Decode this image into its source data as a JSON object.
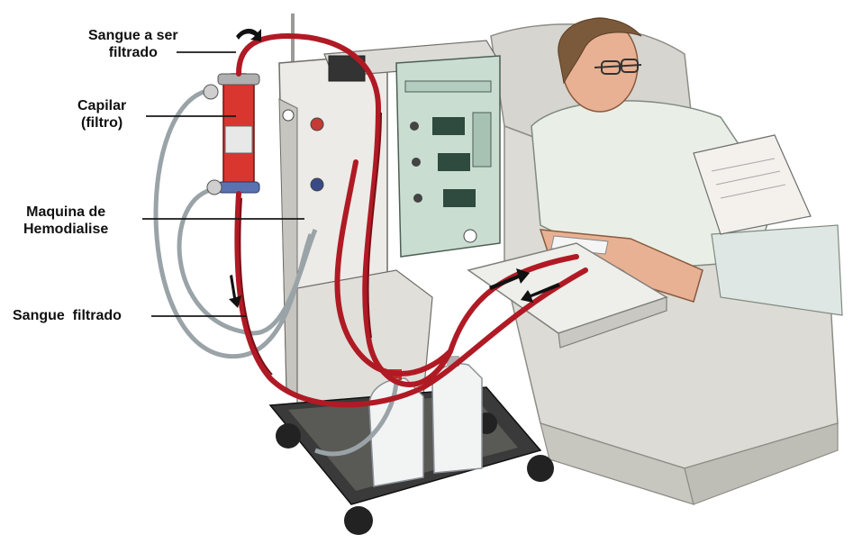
{
  "labels": {
    "blood_to_filter": {
      "line1": "Sangue a ser",
      "line2": "filtrado"
    },
    "capillary_filter": {
      "line1": "Capilar",
      "line2": "(filtro)"
    },
    "dialysis_machine": {
      "line1": "Maquina de",
      "line2": "Hemodialise"
    },
    "filtered_blood": {
      "line1": "Sangue  filtrado"
    }
  },
  "colors": {
    "blood_tube": "#b01a24",
    "blood_tube_dark": "#7a0f16",
    "filter_body": "#d8362f",
    "machine_body": "#ecebe7",
    "machine_shadow": "#b9b8b2",
    "panel_green": "#c9ddd1",
    "dialysate_tube": "#9aa3a7",
    "chair": "#d6d5cf",
    "shirt": "#e9efe6",
    "skin": "#e8b193",
    "hair": "#7a5a3a",
    "leader_line": "#1a1a1a"
  },
  "icons": [
    "flow-arrow-icon"
  ]
}
